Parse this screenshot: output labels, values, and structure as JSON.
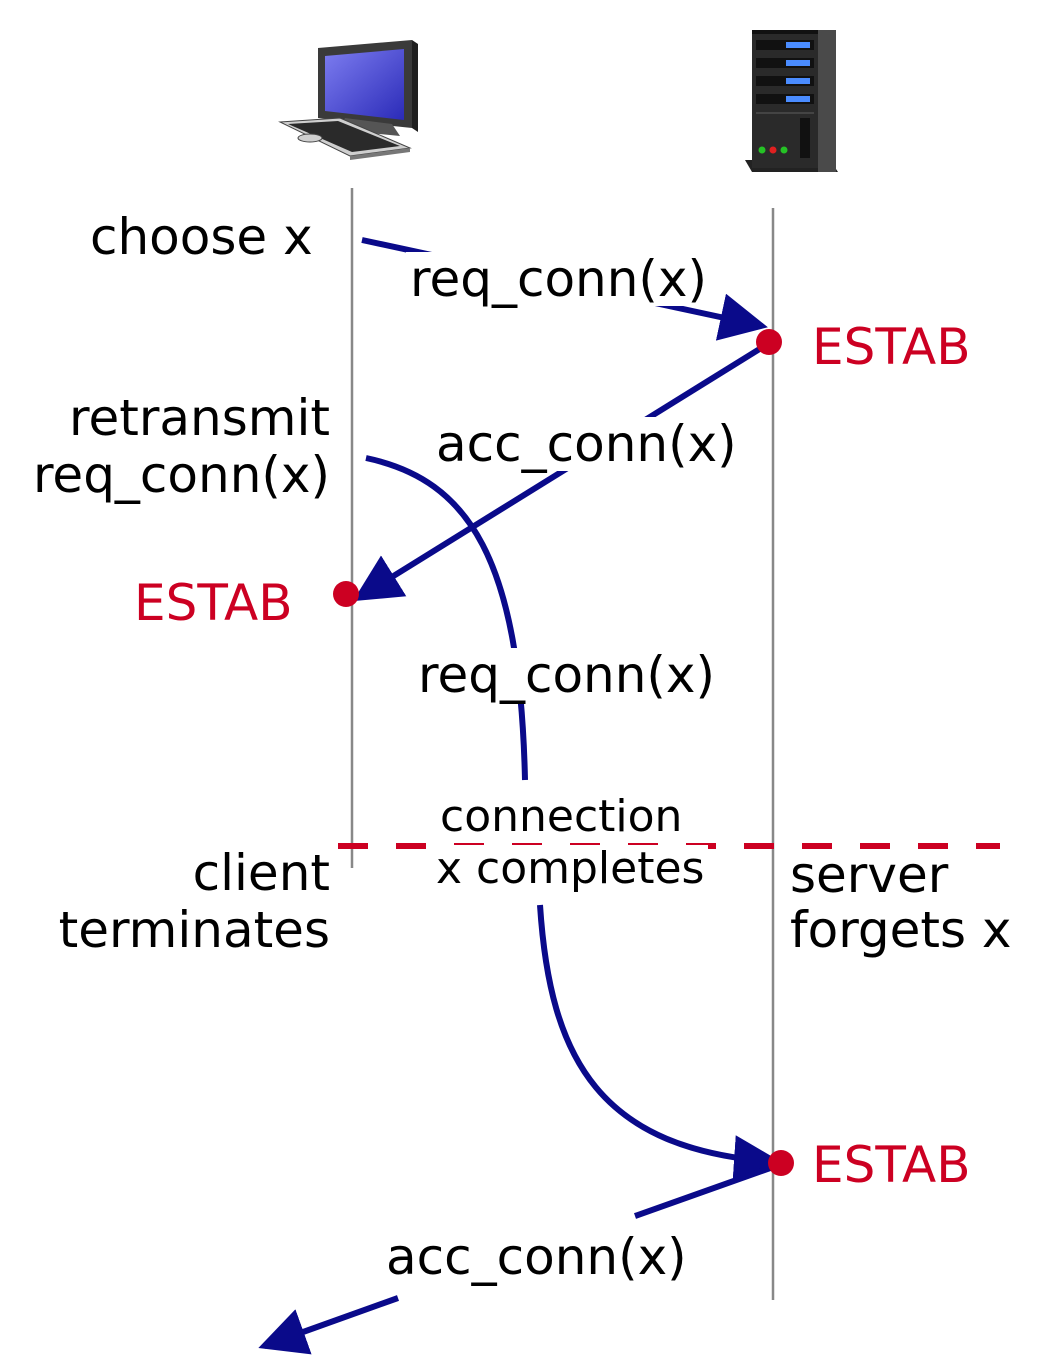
{
  "labels": {
    "choose_x": "choose x",
    "retransmit_line1": "retransmit",
    "retransmit_line2": "req_conn(x)",
    "client_terminates_line1": "client",
    "client_terminates_line2": "terminates",
    "connection_line1": "connection",
    "connection_line2": "x completes",
    "server_forgets_line1": "server",
    "server_forgets_line2": "forgets x"
  },
  "messages": {
    "req_conn_1": "req_conn(x)",
    "acc_conn_1": "acc_conn(x)",
    "req_conn_2": "req_conn(x)",
    "acc_conn_2": "acc_conn(x)"
  },
  "states": {
    "server_estab_1": "ESTAB",
    "client_estab": "ESTAB",
    "server_estab_2": "ESTAB"
  },
  "icons": {
    "client": "desktop-computer-icon",
    "server": "server-tower-icon"
  },
  "colors": {
    "arrow": "#0a0a8a",
    "state": "#cc0022",
    "timeline": "#888888",
    "divider": "#cc0022"
  }
}
